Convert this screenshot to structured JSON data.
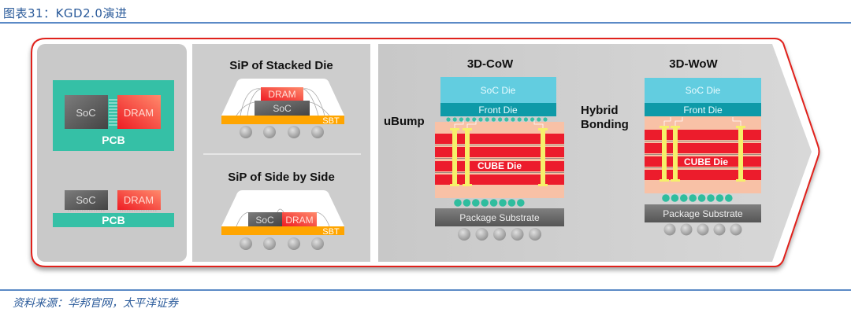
{
  "figure": {
    "caption": "图表31：KGD2.0演进",
    "source": "资料来源：华邦官网，太平洋证券"
  },
  "panel1": {
    "top": {
      "soc": "SoC",
      "dram": "DRAM",
      "pcb": "PCB"
    },
    "bottom": {
      "soc": "SoC",
      "dram": "DRAM",
      "pcb": "PCB"
    }
  },
  "panel2": {
    "stacked": {
      "title": "SiP of Stacked Die",
      "dram": "DRAM",
      "soc": "SoC",
      "sbt": "SBT"
    },
    "side": {
      "title": "SiP of Side by Side",
      "soc": "SoC",
      "dram": "DRAM",
      "sbt": "SBT"
    }
  },
  "panel3": {
    "cow": {
      "title": "3D-CoW",
      "side_label": "uBump",
      "soc_die": "SoC Die",
      "front_die": "Front Die",
      "cube_die": "CUBE Die",
      "substrate": "Package Substrate"
    },
    "wow": {
      "title": "3D-WoW",
      "side_label_line1": "Hybrid",
      "side_label_line2": "Bonding",
      "soc_die": "SoC Die",
      "front_die": "Front Die",
      "cube_die": "CUBE Die",
      "substrate": "Package Substrate"
    }
  },
  "colors": {
    "border_red": "#e0201c",
    "pcb_teal": "#35c0a6",
    "sbt_orange": "#ffa500",
    "soc_gray": "#5e5e5e",
    "dram_red": "#f04a3a",
    "soc_die_cyan": "#62cde0",
    "front_die_teal": "#0e9aa8",
    "cube_bg": "#f8c1a6",
    "cube_red": "#ec1c2c",
    "tsv_yellow": "#f6f06a"
  }
}
